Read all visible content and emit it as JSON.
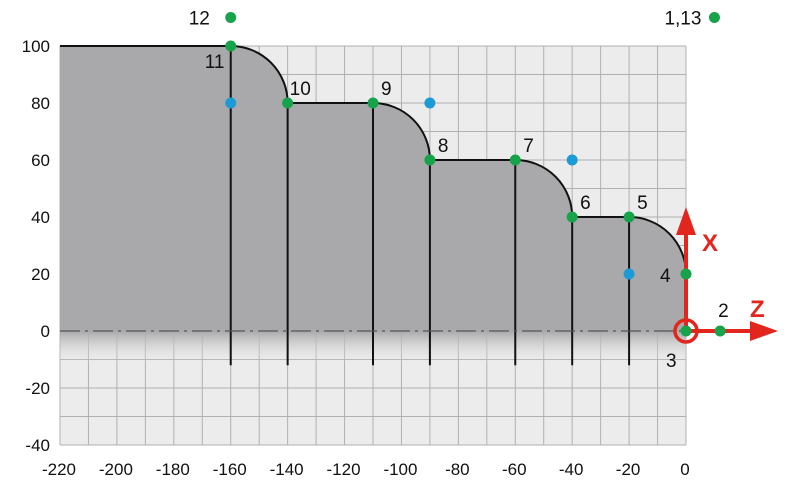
{
  "chart_data": {
    "type": "diagram",
    "xlim": [
      -220,
      0
    ],
    "ylim": [
      -40,
      100
    ],
    "x_ticks": [
      "-220",
      "-200",
      "-180",
      "-160",
      "-140",
      "-120",
      "-100",
      "-80",
      "-60",
      "-40",
      "-20",
      "0"
    ],
    "y_ticks": [
      "100",
      "80",
      "60",
      "40",
      "20",
      "0",
      "-20",
      "-40"
    ],
    "grid": true,
    "axis_labels": {
      "x_arrow": "X",
      "z_arrow": "Z"
    },
    "part_profile": [
      {
        "z": -220,
        "x": 100
      },
      {
        "z": -160,
        "x": 100
      },
      {
        "z": -140,
        "x": 80,
        "arc_center": [
          -160,
          80
        ]
      },
      {
        "z": -110,
        "x": 80
      },
      {
        "z": -90,
        "x": 60,
        "arc_center": [
          -90,
          80
        ]
      },
      {
        "z": -60,
        "x": 60
      },
      {
        "z": -40,
        "x": 40,
        "arc_center": [
          -40,
          60
        ]
      },
      {
        "z": -20,
        "x": 40
      },
      {
        "z": 0,
        "x": 20,
        "arc_center": [
          -20,
          20
        ]
      },
      {
        "z": 0,
        "x": 0
      }
    ],
    "points": [
      {
        "label": "1,13",
        "z": 10,
        "x": 110
      },
      {
        "label": "2",
        "z": 12,
        "x": 0
      },
      {
        "label": "3",
        "z": 0,
        "x": 0
      },
      {
        "label": "4",
        "z": 0,
        "x": 20
      },
      {
        "label": "5",
        "z": -20,
        "x": 40
      },
      {
        "label": "6",
        "z": -40,
        "x": 40
      },
      {
        "label": "7",
        "z": -60,
        "x": 60
      },
      {
        "label": "8",
        "z": -90,
        "x": 60
      },
      {
        "label": "9",
        "z": -110,
        "x": 80
      },
      {
        "label": "10",
        "z": -140,
        "x": 80
      },
      {
        "label": "11",
        "z": -160,
        "x": 100
      },
      {
        "label": "12",
        "z": -160,
        "x": 110
      }
    ],
    "arc_centers": [
      {
        "z": -160,
        "x": 80
      },
      {
        "z": -90,
        "x": 80
      },
      {
        "z": -40,
        "x": 60
      },
      {
        "z": -20,
        "x": 20
      }
    ],
    "section_lines_z": [
      -160,
      -140,
      -110,
      -90,
      -60,
      -40,
      -20
    ],
    "colors": {
      "part": "#a9a9ab",
      "grid_bg": "#ececec",
      "grid_line": "#b0b0b0",
      "point": "#16a34a",
      "center": "#1d9bd7",
      "axis": "#e2261d"
    }
  }
}
